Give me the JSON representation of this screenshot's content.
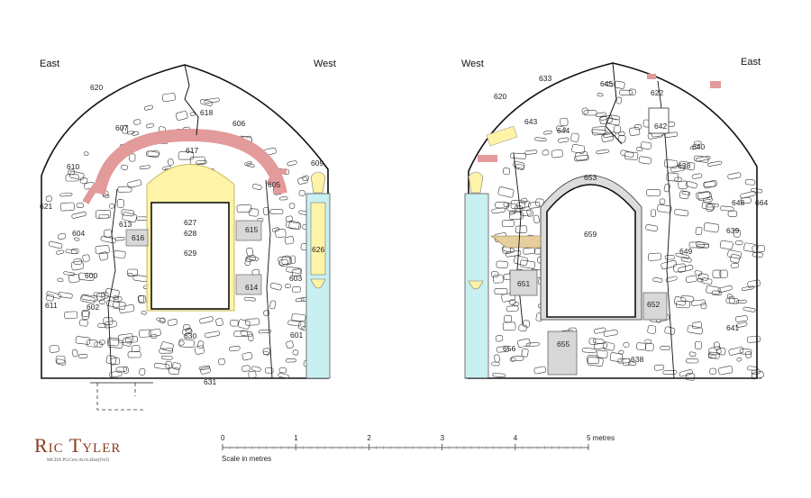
{
  "left_elevation": {
    "dir_left": "East",
    "dir_right": "West",
    "labels": [
      "620",
      "618",
      "606",
      "607",
      "617",
      "610",
      "609",
      "605",
      "621",
      "627",
      "628",
      "613",
      "604",
      "616",
      "615",
      "626",
      "629",
      "600",
      "614",
      "603",
      "611",
      "602",
      "630",
      "601",
      "631"
    ]
  },
  "right_elevation": {
    "dir_left": "West",
    "dir_right": "East",
    "labels": [
      "633",
      "645",
      "622",
      "620",
      "642",
      "643",
      "644",
      "640",
      "638",
      "653",
      "648",
      "664",
      "639",
      "659",
      "649",
      "651",
      "652",
      "641",
      "656",
      "655",
      "638"
    ]
  },
  "scale": {
    "ticks": [
      "0",
      "1",
      "2",
      "3",
      "4",
      "5 metres"
    ],
    "caption": "Scale in metres"
  },
  "logo": {
    "name": "Ric Tyler",
    "subtitle": "MCIfA PGCert.Arch.Hist(Oxf)"
  },
  "colors": {
    "brick": "#e8a0a0",
    "dressing": "#fff3a8",
    "timber": "#c8f0f0",
    "ashlar": "#d8d8d8"
  }
}
